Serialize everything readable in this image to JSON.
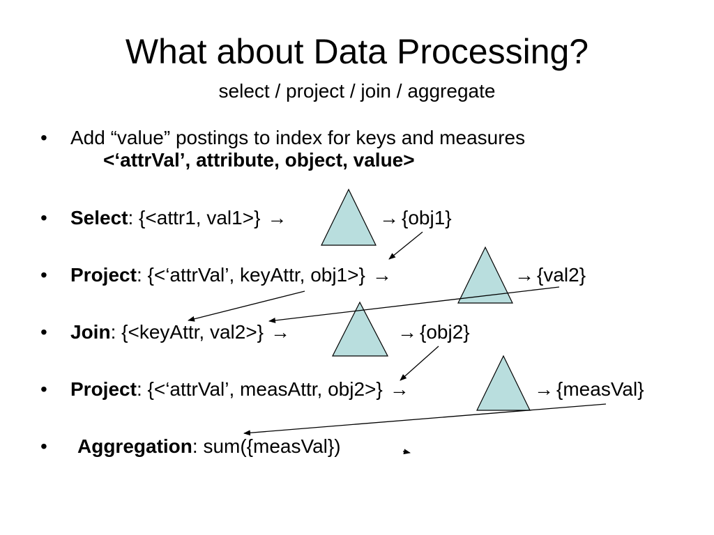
{
  "slide": {
    "title": "What about Data Processing?",
    "subtitle": "select / project / join / aggregate"
  },
  "bullet_char": "•",
  "arrow_glyph": "→",
  "items": [
    {
      "pre": "Add “value” postings to index for keys and measures",
      "keyword": "",
      "body": "",
      "result": ""
    },
    {
      "keyword": "Select",
      "body": ": {<attr1, val1>}",
      "result": "{obj1}"
    },
    {
      "keyword": "Project",
      "body": ": {<‘attrVal’, keyAttr, obj1>}",
      "result": "{val2}"
    },
    {
      "keyword": "Join",
      "body": ": {<keyAttr, val2>}",
      "result": "{obj2}"
    },
    {
      "keyword": "Project",
      "body": ": {<‘attrVal’, measAttr, obj2>}",
      "result": "{measVal}"
    },
    {
      "keyword": "Aggregation",
      "body": ": sum({measVal})",
      "result": ""
    }
  ],
  "tuple": "<‘attrVal’, attribute, object, value>",
  "colors": {
    "triangle_fill": "#b9dede",
    "triangle_stroke": "#000000"
  }
}
